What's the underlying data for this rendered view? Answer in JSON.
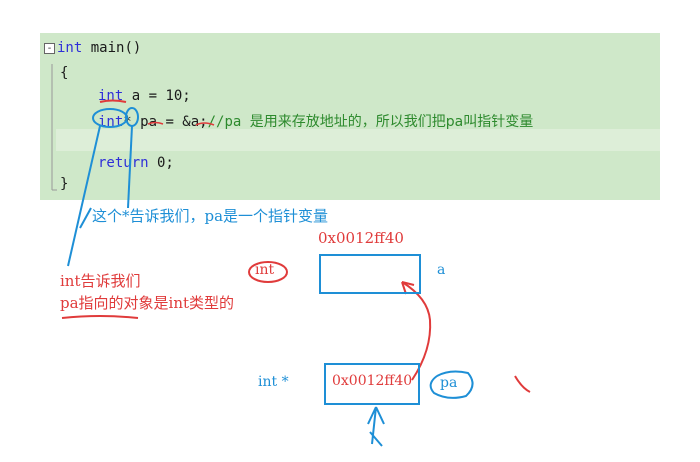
{
  "code": {
    "fold_glyph": "-",
    "line1_kw": "int",
    "line1_rest": " main()",
    "line2": "{",
    "line3_kw": "int",
    "line3_rest": " a = 10;",
    "line4_kw": "int",
    "line4_rest": "* pa = &a;",
    "line4_comment": "//pa ",
    "line4_cn": "是用来存放地址的，所以我们把pa叫指针变量",
    "line6_kw": "return",
    "line6_rest": " 0;",
    "line7": "}"
  },
  "annotations": {
    "star_note": "这个*告诉我们，pa是一个指针变量",
    "int_note_line1": "int告诉我们",
    "int_note_line2": "pa指向的对象是int类型的",
    "circle_int": "int",
    "circle_pa": "pa"
  },
  "memory": {
    "a_address": "0x0012ff40",
    "a_label": "a",
    "pa_type": "int *",
    "pa_value": "0x0012ff40"
  },
  "colors": {
    "code_bg": "#cfe8c9",
    "keyword": "#2f2fd8",
    "comment": "#2d8a2d",
    "annotation_blue": "#1e8fd6",
    "annotation_red": "#e03b3b"
  }
}
